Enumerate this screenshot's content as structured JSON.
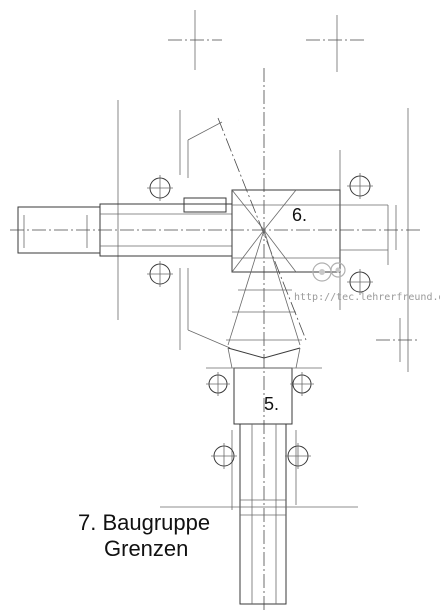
{
  "labels": {
    "assembly6": "6.",
    "assembly5": "5.",
    "title_line1": "7. Baugruppe",
    "title_line2": "Grenzen"
  },
  "watermark": {
    "text": "http://tec.lehrerfreund.de"
  },
  "colors": {
    "line": "#3a3a3a",
    "text": "#111111",
    "watermark": "#9a9a9a"
  }
}
